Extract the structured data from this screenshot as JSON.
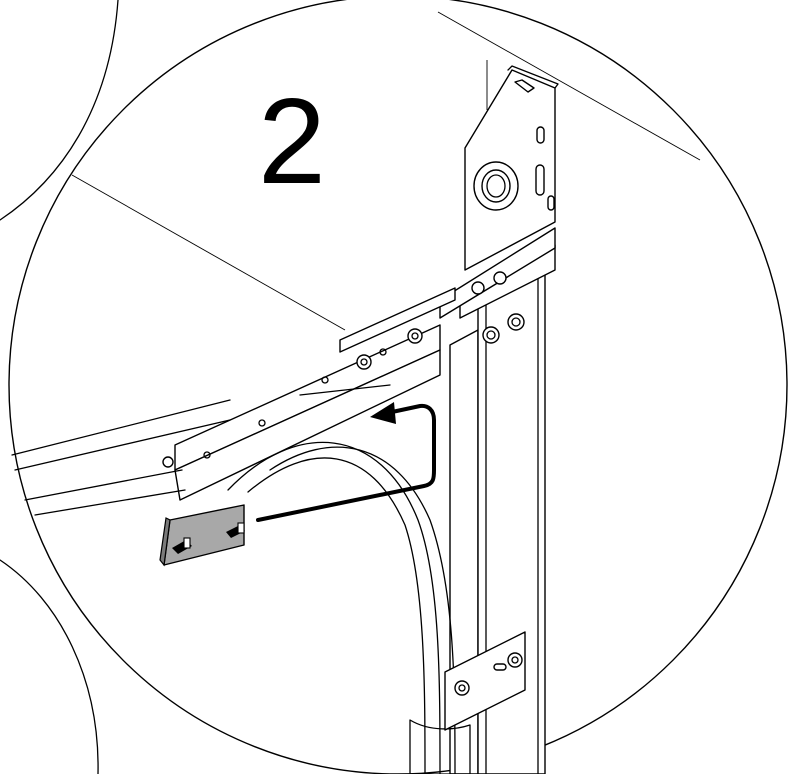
{
  "step": {
    "number": "2"
  },
  "colors": {
    "line": "#000000",
    "background": "#ffffff",
    "part_fill": "#a8a8a8"
  },
  "parts": [
    "background-circle-top-left",
    "background-circle-bottom-left",
    "detail-circle",
    "vertical-track",
    "top-bearing-plate",
    "horizontal-angle-bracket",
    "curved-track",
    "track-bracket-lower",
    "gray-plate-with-studs",
    "insertion-arrow"
  ]
}
